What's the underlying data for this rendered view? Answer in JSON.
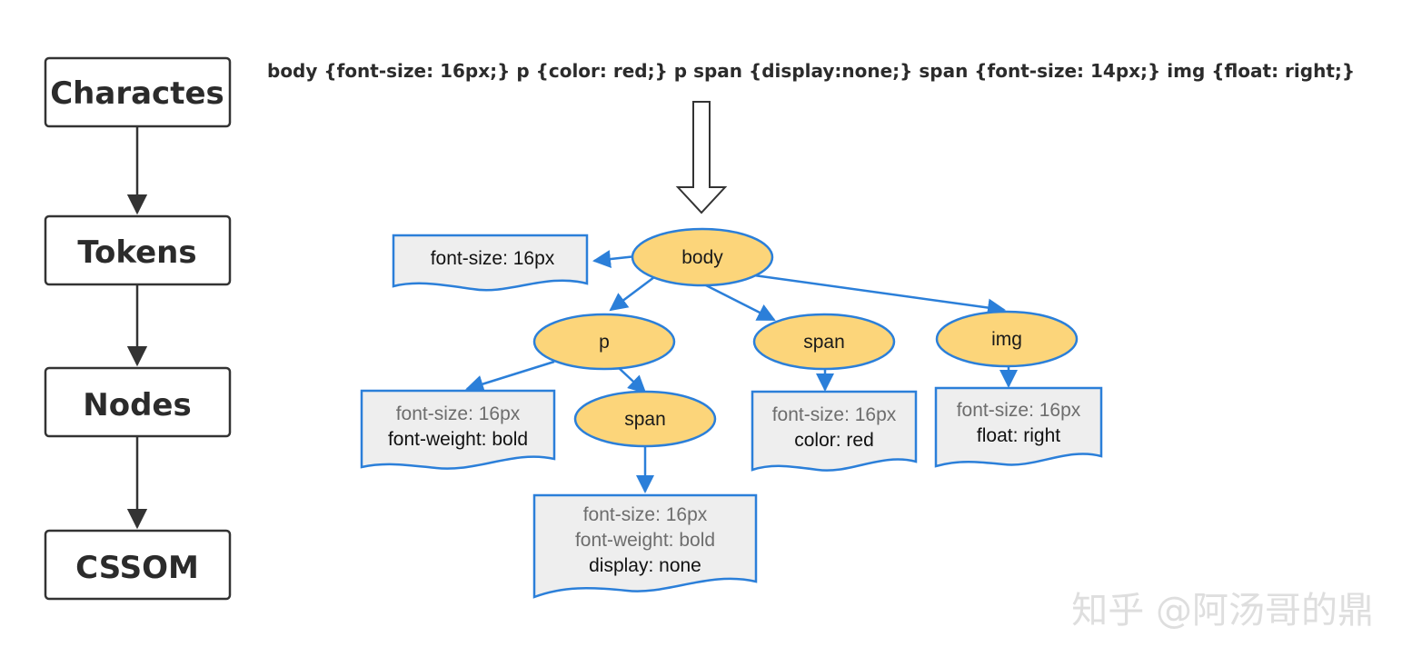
{
  "pipeline": {
    "stages": [
      "Charactes",
      "Tokens",
      "Nodes",
      "CSSOM"
    ]
  },
  "css_source": "body {font-size: 16px;} p {color: red;} p span {display:none;} span {font-size: 14px;} img {float: right;}",
  "tree": {
    "nodes": {
      "body": "body",
      "p": "p",
      "span": "span",
      "img": "img",
      "p_span": "span"
    },
    "boxes": {
      "body": [
        {
          "text": "font-size: 16px",
          "inherited": false
        }
      ],
      "p": [
        {
          "text": "font-size: 16px",
          "inherited": true
        },
        {
          "text": "font-weight: bold",
          "inherited": false
        }
      ],
      "span": [
        {
          "text": "font-size: 16px",
          "inherited": true
        },
        {
          "text": "color: red",
          "inherited": false
        }
      ],
      "img": [
        {
          "text": "font-size: 16px",
          "inherited": true
        },
        {
          "text": "float: right",
          "inherited": false
        }
      ],
      "p_span": [
        {
          "text": "font-size: 16px",
          "inherited": true
        },
        {
          "text": "font-weight: bold",
          "inherited": true
        },
        {
          "text": "display: none",
          "inherited": false
        }
      ]
    }
  },
  "watermark": "知乎 @阿汤哥的鼎",
  "colors": {
    "node_fill": "#fcd57a",
    "node_stroke": "#2b7fd9",
    "box_fill": "#eeeeee",
    "box_stroke": "#2b7fd9",
    "edge": "#2b7fd9",
    "stage_border": "#333333"
  }
}
